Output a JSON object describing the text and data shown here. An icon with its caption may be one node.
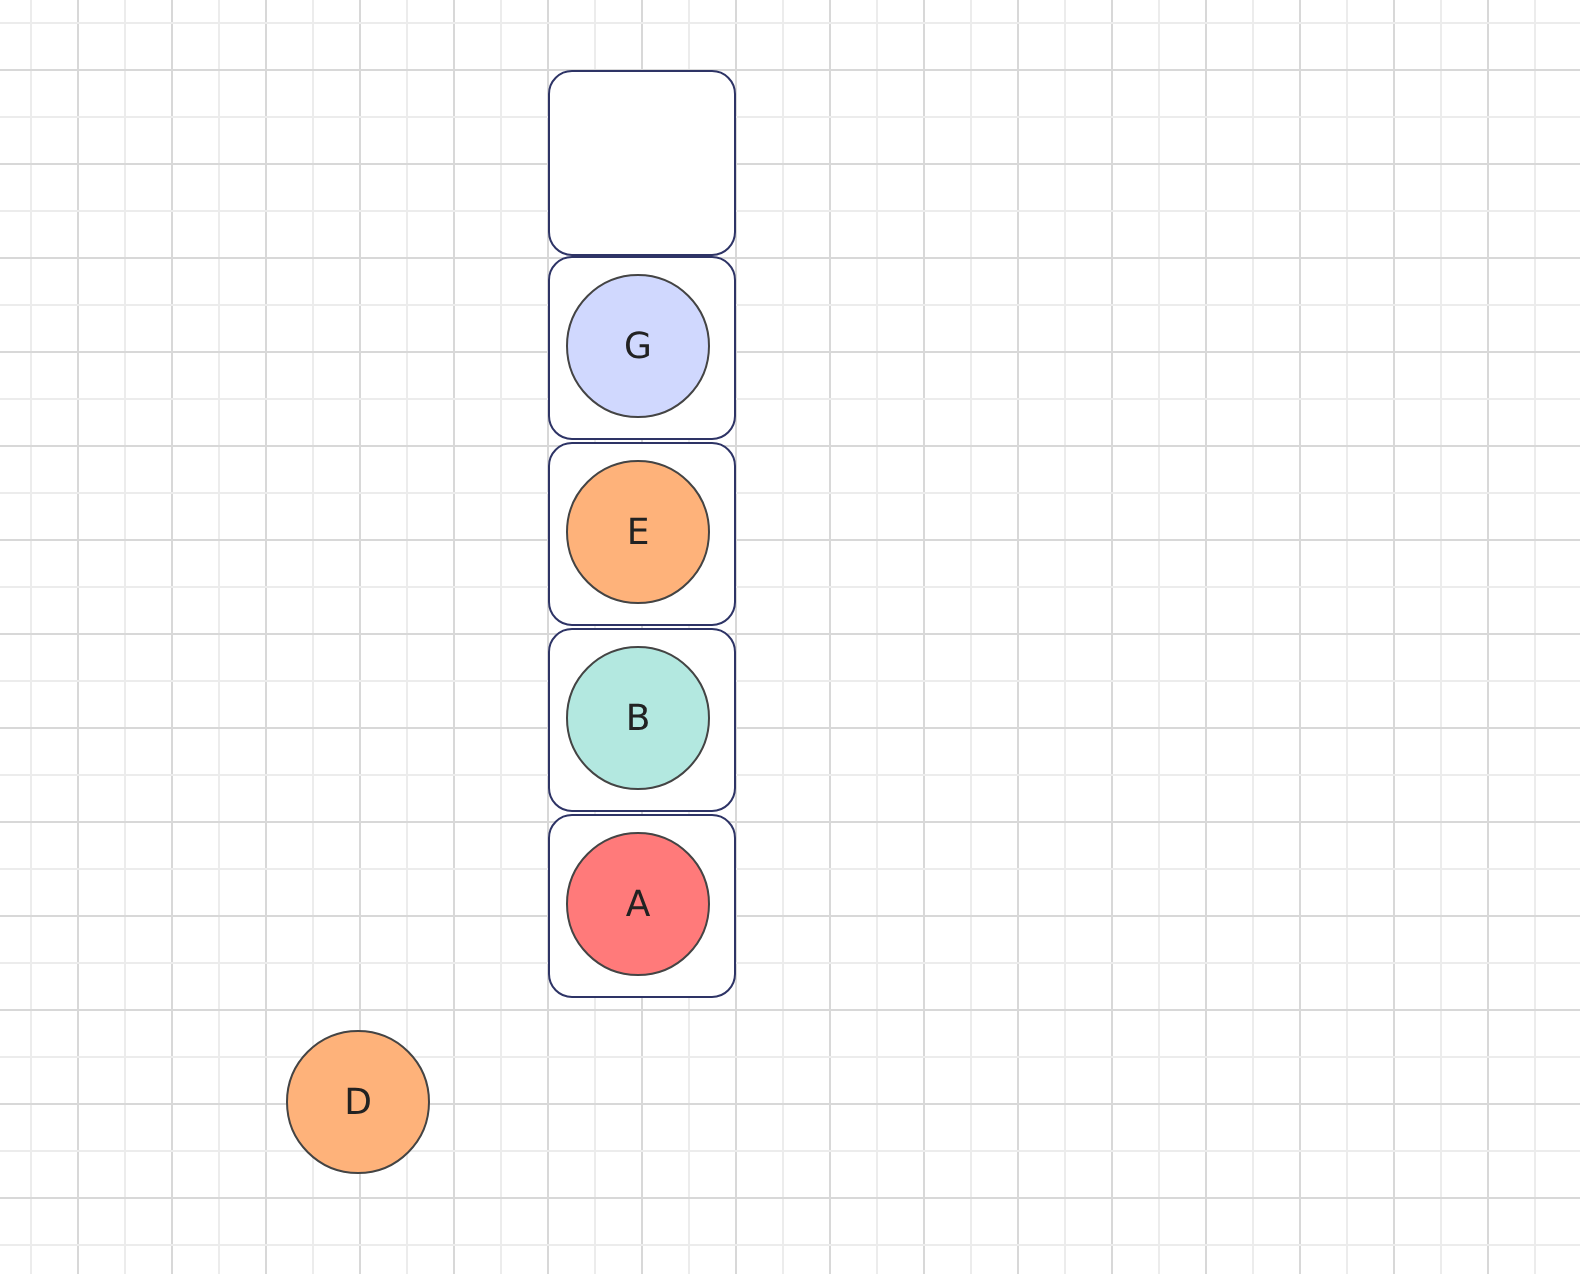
{
  "diagram": {
    "nodes": [
      {
        "text": [],
        "shape": "box"
      },
      {
        "text": [],
        "shape": "box"
      },
      {
        "text": [
          "G"
        ],
        "in": 1
      },
      {
        "text": [],
        "shape": "box"
      },
      {
        "text": [
          "E"
        ],
        "in": 3
      },
      {
        "text": [],
        "shape": "box"
      },
      {
        "text": [
          "B"
        ],
        "in": 5
      },
      {
        "text": [],
        "shape": "box"
      },
      {
        "text": [
          "A"
        ],
        "in": 7
      },
      {
        "text": [
          "D"
        ]
      }
    ]
  }
}
